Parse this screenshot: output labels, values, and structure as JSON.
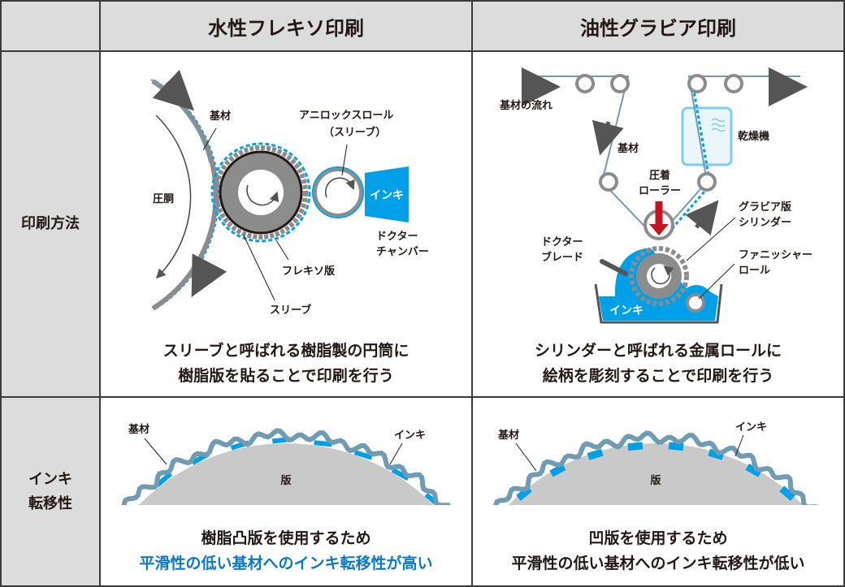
{
  "header": {
    "col_flexo": "水性フレキソ印刷",
    "col_gravure": "油性グラビア印刷"
  },
  "rows": {
    "printing_method": "印刷方法",
    "ink_transfer_line1": "インキ",
    "ink_transfer_line2": "転移性"
  },
  "flexo": {
    "labels": {
      "substrate": "基材",
      "impression_cylinder": "圧胴",
      "anilox1": "アニロックスロール",
      "anilox2": "（スリーブ）",
      "ink": "インキ",
      "doctor1": "ドクター",
      "doctor2": "チャンバー",
      "plate": "フレキソ版",
      "sleeve": "スリーブ"
    },
    "caption1": "スリーブと呼ばれる樹脂製の円筒に",
    "caption2": "樹脂版を貼ることで印刷を行う",
    "transfer": {
      "substrate": "基材",
      "ink": "インキ",
      "plate": "版",
      "caption1": "樹脂凸版を使用するため",
      "caption2": "平滑性の低い基材へのインキ転移性が高い"
    }
  },
  "gravure": {
    "labels": {
      "flow": "基材の流れ",
      "substrate": "基材",
      "dryer": "乾燥機",
      "press1": "圧着",
      "press2": "ローラー",
      "cyl1": "グラビア版",
      "cyl2": "シリンダー",
      "doctor1": "ドクター",
      "doctor2": "ブレード",
      "finisher1": "ファニッシャー",
      "finisher2": "ロール",
      "ink": "インキ"
    },
    "caption1": "シリンダーと呼ばれる金属ロールに",
    "caption2": "絵柄を彫刻することで印刷を行う",
    "transfer": {
      "substrate": "基材",
      "ink": "インキ",
      "plate": "版",
      "caption1": "凹版を使用するため",
      "caption2": "平滑性の低い基材へのインキ転移性が低い"
    }
  },
  "colors": {
    "ink": "#00a0e9",
    "substrate": "#6f9bb3",
    "gray": "#8c8c8c",
    "red": "#c4141f",
    "highlight": "#0a78c8"
  }
}
